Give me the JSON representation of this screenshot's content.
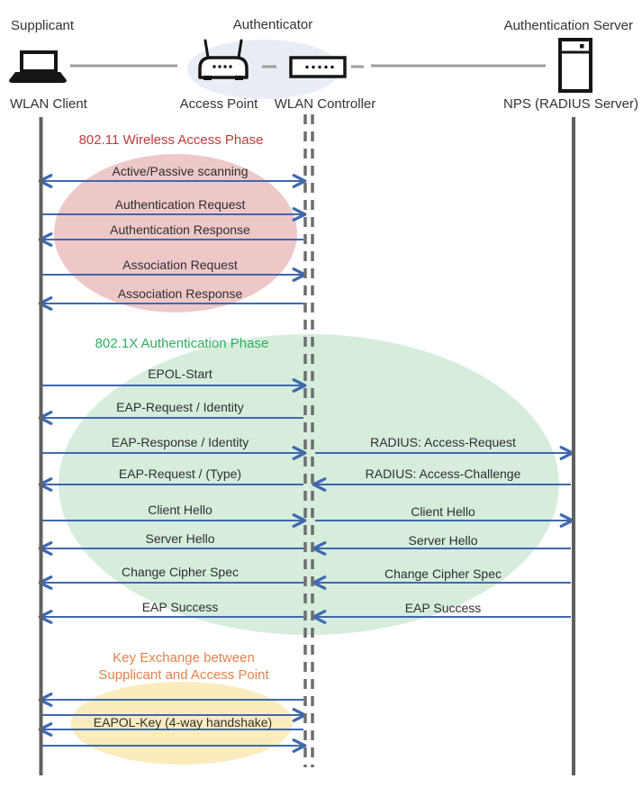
{
  "header": {
    "roles": {
      "supplicant": "Supplicant",
      "authenticator": "Authenticator",
      "auth_server": "Authentication Server"
    },
    "devices": {
      "wlan_client": "WLAN Client",
      "access_point": "Access Point",
      "wlan_controller": "WLAN Controller",
      "nps": "NPS (RADIUS Server)"
    }
  },
  "phases": {
    "p1_title": "802.11 Wireless Access Phase",
    "p2_title": "802.1X Authentication Phase",
    "p3_title_line1": "Key Exchange between",
    "p3_title_line2": "Supplicant and Access Point"
  },
  "messages": {
    "scanning": "Active/Passive scanning",
    "auth_request": "Authentication Request",
    "auth_response": "Authentication Response",
    "assoc_request": "Association Request",
    "assoc_response": "Association Response",
    "epol_start": "EPOL-Start",
    "eap_request_identity": "EAP-Request / Identity",
    "eap_response_identity": "EAP-Response / Identity",
    "eap_request_type": "EAP-Request / (Type)",
    "client_hello_left": "Client Hello",
    "server_hello_left": "Server Hello",
    "change_cipher_left": "Change Cipher Spec",
    "eap_success_left": "EAP Success",
    "radius_access_request": "RADIUS: Access-Request",
    "radius_access_challenge": "RADIUS: Access-Challenge",
    "client_hello_right": "Client Hello",
    "server_hello_right": "Server Hello",
    "change_cipher_right": "Change Cipher Spec",
    "eap_success_right": "EAP Success",
    "eapol_key": "EAPOL-Key (4-way handshake)"
  },
  "colors": {
    "arrow": "#3F68AE",
    "lifeline": "#606060",
    "dash_line": "#6E6E6E",
    "connector": "#9E9E9E",
    "phase1_title": "#BE3C3C",
    "phase1_fill": "#EEC8C9",
    "phase2_title": "#2FAE60",
    "phase2_fill": "#D6EDDC",
    "phase3_title": "#E0834C",
    "phase3_fill": "#FBECBE",
    "hub_fill": "#E9EDF6",
    "text": "#2E2E2E"
  }
}
